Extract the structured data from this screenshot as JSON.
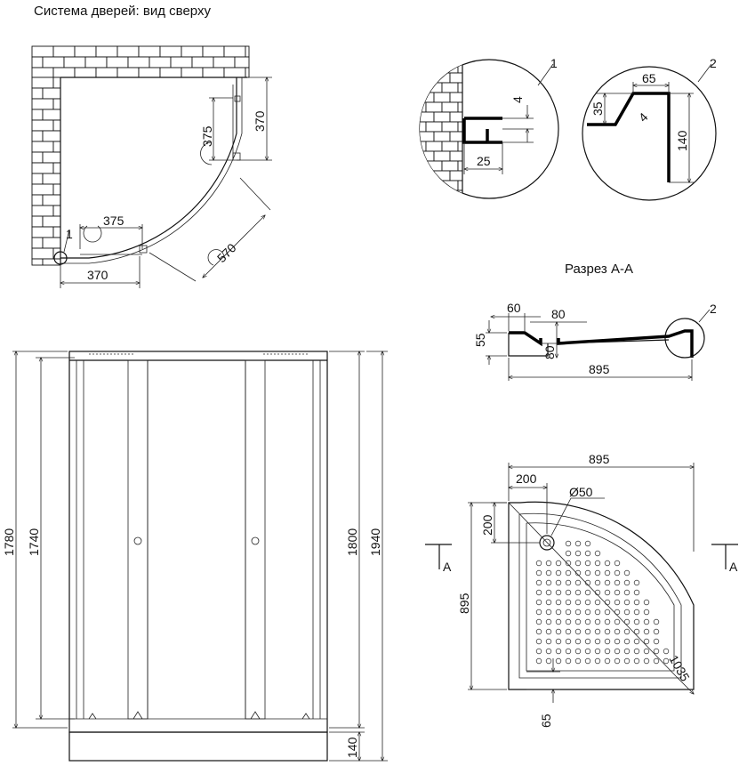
{
  "titles": {
    "top_view": "Система дверей: вид сверху",
    "section": "Разрез А-А"
  },
  "top_view": {
    "door_depth": "370",
    "door_arc_right": "375",
    "door_arc_bottom": "375",
    "door_width_bottom": "370",
    "radius": "570",
    "callout_1": "1"
  },
  "front_view": {
    "overall_height": "1940",
    "cabin_height": "1800",
    "total_glass": "1780",
    "glass_height": "1740",
    "tray_height": "140"
  },
  "detail_1": {
    "callout": "1",
    "gap": "4",
    "depth": "25"
  },
  "detail_2": {
    "callout": "2",
    "width": "65",
    "height": "35",
    "thickness": "4",
    "depth": "140"
  },
  "section_aa": {
    "rim": "60",
    "inner": "80",
    "rim_height": "55",
    "depth": "80",
    "length": "895",
    "callout": "2"
  },
  "tray_plan": {
    "width": "895",
    "height": "895",
    "drain_x": "200",
    "drain_y": "200",
    "drain_dia": "Ø50",
    "diagonal": "1035",
    "bottom_offset": "65",
    "section_label_left": "A",
    "section_label_right": "A"
  },
  "colors": {
    "line": "#111111",
    "background": "#ffffff"
  }
}
